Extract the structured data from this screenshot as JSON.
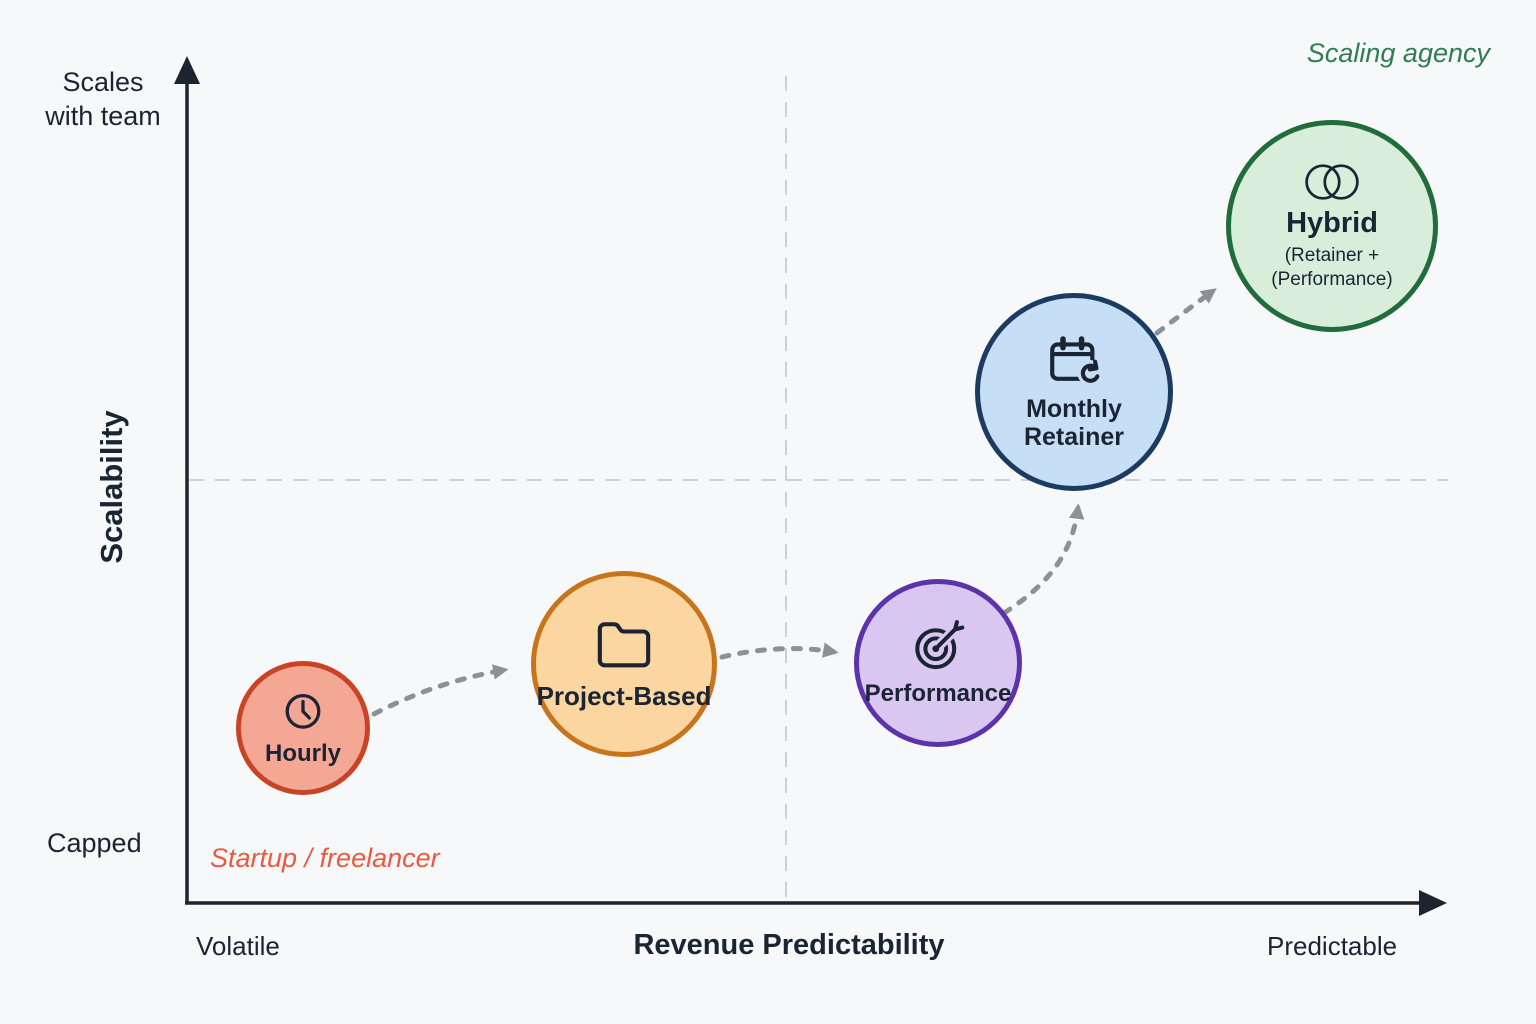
{
  "axes": {
    "y_title": "Scalability",
    "y_max_label": "Scales\nwith team",
    "y_min_label": "Capped",
    "x_title": "Revenue Predictability",
    "x_min_label": "Volatile",
    "x_max_label": "Predictable"
  },
  "annotations": {
    "top_right": {
      "text": "Scaling agency",
      "color": "#2f7e52"
    },
    "bottom_left": {
      "text": "Startup / freelancer",
      "color": "#e85a41"
    }
  },
  "nodes": {
    "hourly": {
      "label": "Hourly",
      "icon": "clock-icon",
      "fill": "#f5a795",
      "border": "#c84425"
    },
    "project": {
      "label": "Project-Based",
      "icon": "folder-icon",
      "fill": "#fbd6a0",
      "border": "#c8741d"
    },
    "performance": {
      "label": "Performance",
      "icon": "target-dart-icon",
      "fill": "#d9c7f2",
      "border": "#5c33a9"
    },
    "retainer": {
      "label": "Monthly Retainer",
      "icon": "calendar-refresh-icon",
      "fill": "#c6def6",
      "border": "#1b3b60"
    },
    "hybrid": {
      "label": "Hybrid",
      "sub_line1": "(Retainer +",
      "sub_line2": "(Performance)",
      "icon": "venn-icon",
      "fill": "#d9eddb",
      "border": "#206c3b"
    }
  },
  "connections": [
    {
      "from": "Hourly",
      "to": "Project-Based"
    },
    {
      "from": "Project-Based",
      "to": "Performance"
    },
    {
      "from": "Performance",
      "to": "Monthly Retainer"
    },
    {
      "from": "Monthly Retainer",
      "to": "Hybrid"
    }
  ],
  "colors": {
    "background": "#f7f8f9",
    "axis": "#1c2430",
    "text": "#1b2433",
    "quadrant_line": "#cdd1d6",
    "flow_arrow": "#8b9197"
  }
}
